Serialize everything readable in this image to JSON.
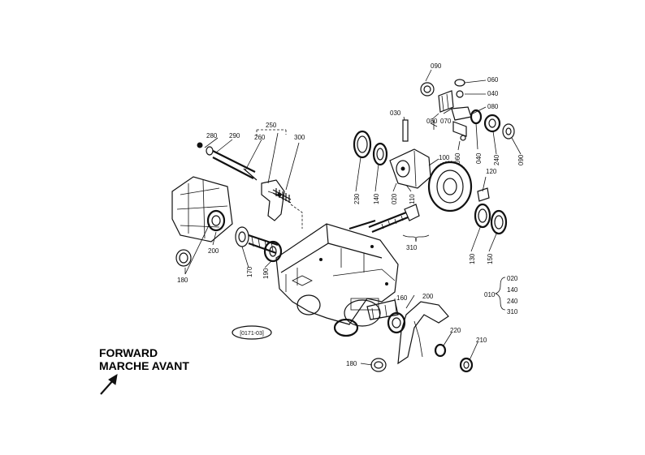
{
  "direction": {
    "line1": "FORWARD",
    "line2": "MARCHE AVANT"
  },
  "figure_code": "[0171-03]",
  "callouts": [
    {
      "id": "090",
      "text": "090"
    },
    {
      "id": "060",
      "text": "060"
    },
    {
      "id": "040",
      "text": "040"
    },
    {
      "id": "080",
      "text": "080"
    },
    {
      "id": "030",
      "text": "030"
    },
    {
      "id": "080b",
      "text": "080"
    },
    {
      "id": "070",
      "text": "070"
    },
    {
      "id": "060b",
      "text": "060"
    },
    {
      "id": "040b",
      "text": "040"
    },
    {
      "id": "240",
      "text": "240"
    },
    {
      "id": "090b",
      "text": "090"
    },
    {
      "id": "100",
      "text": "100"
    },
    {
      "id": "120",
      "text": "120"
    },
    {
      "id": "250",
      "text": "250"
    },
    {
      "id": "260",
      "text": "260"
    },
    {
      "id": "280",
      "text": "280"
    },
    {
      "id": "290",
      "text": "290"
    },
    {
      "id": "300",
      "text": "300"
    },
    {
      "id": "230",
      "text": "230"
    },
    {
      "id": "140",
      "text": "140"
    },
    {
      "id": "020",
      "text": "020"
    },
    {
      "id": "110",
      "text": "110"
    },
    {
      "id": "310",
      "text": "310"
    },
    {
      "id": "130",
      "text": "130"
    },
    {
      "id": "150",
      "text": "150"
    },
    {
      "id": "200",
      "text": "200"
    },
    {
      "id": "170",
      "text": "170"
    },
    {
      "id": "190",
      "text": "190"
    },
    {
      "id": "180",
      "text": "180"
    },
    {
      "id": "160",
      "text": "160"
    },
    {
      "id": "200b",
      "text": "200"
    },
    {
      "id": "220",
      "text": "220"
    },
    {
      "id": "210",
      "text": "210"
    },
    {
      "id": "180b",
      "text": "180"
    }
  ],
  "assembly": {
    "label": "010",
    "members": [
      "020",
      "140",
      "240",
      "310"
    ]
  }
}
